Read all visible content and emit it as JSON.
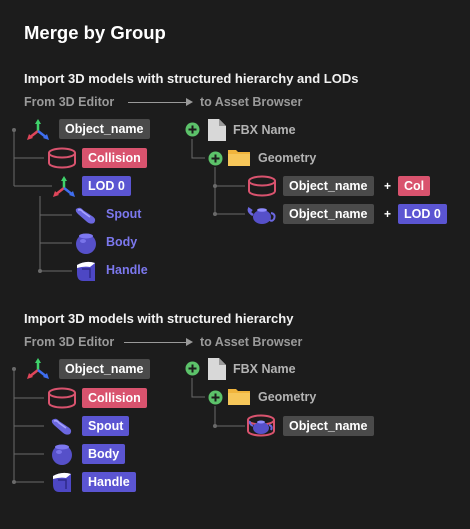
{
  "title": "Merge by Group",
  "section1": {
    "subtitle": "Import 3D models with structured hierarchy and LODs",
    "from": "From  3D Editor",
    "to": "to  Asset Browser",
    "left": {
      "root": "Object_name",
      "collision": "Collision",
      "lod": "LOD 0",
      "spout": "Spout",
      "body": "Body",
      "handle": "Handle"
    },
    "right": {
      "fbx": "FBX Name",
      "geometry": "Geometry",
      "row1_name": "Object_name",
      "row1_plus": "+",
      "row1_tag": "Col",
      "row2_name": "Object_name",
      "row2_plus": "+",
      "row2_tag": "LOD 0"
    }
  },
  "section2": {
    "subtitle": "Import 3D models with structured hierarchy",
    "from": "From 3D Editor",
    "to": "to Asset Browser",
    "left": {
      "root": "Object_name",
      "collision": "Collision",
      "spout": "Spout",
      "body": "Body",
      "handle": "Handle"
    },
    "right": {
      "fbx": "FBX Name",
      "geometry": "Geometry",
      "row1_name": "Object_name"
    }
  },
  "colors": {
    "background": "#1c1c1c",
    "collision": "#d9536e",
    "lod": "#5b55d2",
    "object": "#4a4a4a",
    "plus": "#5cc26a",
    "folder": "#f0b43c"
  },
  "icons": [
    "axis-gizmo-icon",
    "collision-cylinder-icon",
    "spout-mesh-icon",
    "body-mesh-icon",
    "handle-mesh-icon",
    "file-icon",
    "folder-icon",
    "add-icon",
    "teapot-icon"
  ]
}
